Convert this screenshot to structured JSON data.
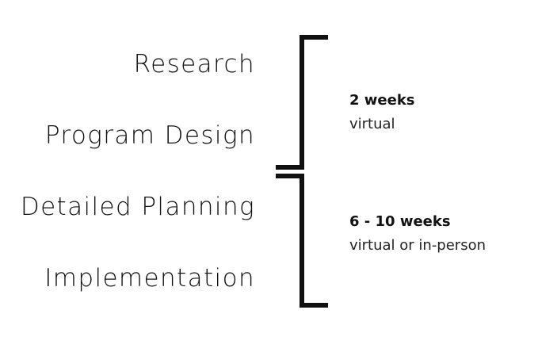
{
  "phases": [
    {
      "label": "Research"
    },
    {
      "label": "Program Design"
    },
    {
      "label": "Detailed Planning"
    },
    {
      "label": "Implementation"
    }
  ],
  "groups": [
    {
      "duration": "2 weeks",
      "mode": "virtual"
    },
    {
      "duration": "6 - 10 weeks",
      "mode": "virtual or in-person"
    }
  ],
  "colors": {
    "stroke": "#111111",
    "background": "#ffffff"
  }
}
